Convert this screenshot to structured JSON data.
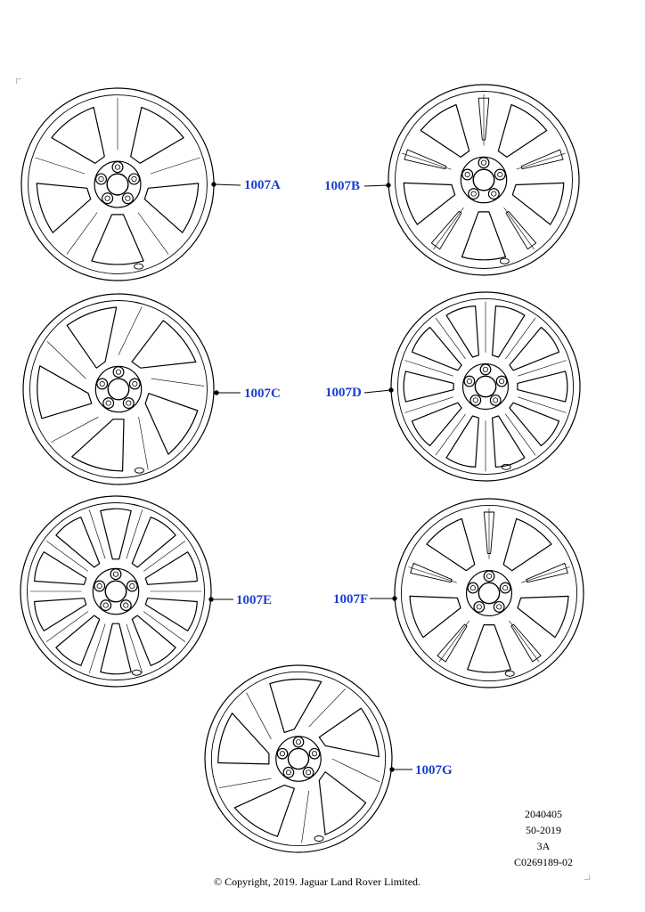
{
  "callouts": {
    "a": "1007A",
    "b": "1007B",
    "c": "1007C",
    "d": "1007D",
    "e": "1007E",
    "f": "1007F",
    "g": "1007G"
  },
  "meta": {
    "line1": "2040405",
    "line2": "50-2019",
    "line3": "3A",
    "line4": "C0269189-02"
  },
  "copyright": "© Copyright, 2019. Jaguar Land Rover Limited.",
  "colors": {
    "callout": "#1a3fd1",
    "line": "#000000"
  }
}
